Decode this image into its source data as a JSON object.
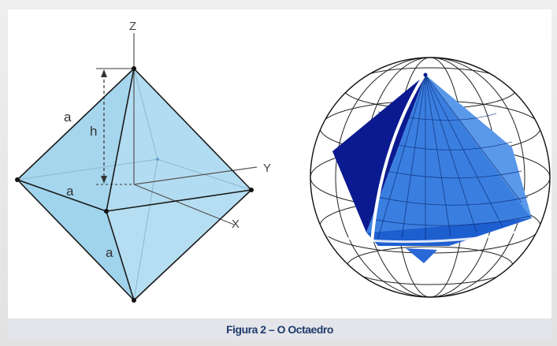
{
  "figure": {
    "caption": "Figura 2 – O Octaedro"
  },
  "octahedron": {
    "axis_labels": {
      "z": "Z",
      "y": "Y",
      "x": "X"
    },
    "edge_labels": {
      "upper_left": "a",
      "middle": "a",
      "lower": "a"
    },
    "height_label": "h"
  },
  "sphere": {},
  "colors": {
    "face_light": "#a9d8ef",
    "face_mid": "#bde3f5",
    "edge": "#1a1a1a",
    "sphere_dark": "#0a1a8c",
    "sphere_blue": "#3b7fe0",
    "sphere_light": "#6aa6ee",
    "caption_text": "#1f3a6b",
    "caption_bg": "#e3e5ea"
  }
}
